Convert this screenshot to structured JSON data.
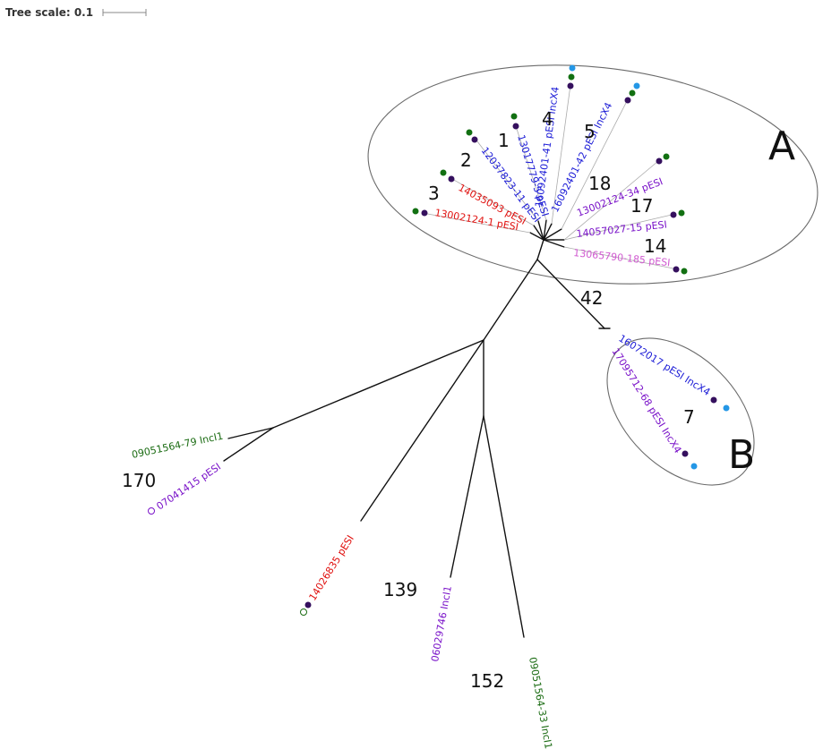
{
  "scale": {
    "label": "Tree scale: 0.1"
  },
  "colors": {
    "blue": "#1a1ad6",
    "red": "#e0110f",
    "purple": "#7a13c9",
    "green": "#1a6b12",
    "pink": "#d05ad0",
    "dot_green": "#127012",
    "dot_indigo": "#35105e",
    "dot_cyan": "#2497e6"
  },
  "clusters": [
    {
      "id": "A",
      "label": "A"
    },
    {
      "id": "B",
      "label": "B"
    }
  ],
  "leaves": [
    {
      "name": "13002124-1 pESI",
      "color": "red",
      "number": "3",
      "dots": [
        "dot_indigo",
        "dot_green"
      ]
    },
    {
      "name": "14035093 pESI",
      "color": "red",
      "number": "2",
      "dots": [
        "dot_indigo",
        "dot_green"
      ]
    },
    {
      "name": "12037823-11 pESI",
      "color": "blue",
      "number": "1",
      "dots": [
        "dot_indigo",
        "dot_green"
      ]
    },
    {
      "name": "13017779-5 pESI",
      "color": "blue",
      "number": "4",
      "dots": [
        "dot_indigo",
        "dot_green"
      ]
    },
    {
      "name": "16092401-41 pESI IncX4",
      "color": "blue",
      "number": "",
      "dots": [
        "dot_indigo",
        "dot_green",
        "dot_cyan"
      ]
    },
    {
      "name": "16092401-42 pESI IncX4",
      "color": "blue",
      "number": "5",
      "dots": [
        "dot_indigo",
        "dot_green",
        "dot_cyan"
      ]
    },
    {
      "name": "13002124-34 pESI",
      "color": "purple",
      "number": "18",
      "dots": [
        "dot_indigo",
        "dot_green"
      ]
    },
    {
      "name": "14057027-15 pESI",
      "color": "purple",
      "number": "17",
      "dots": [
        "dot_indigo",
        "dot_green"
      ]
    },
    {
      "name": "13065790-185 pESI",
      "color": "pink",
      "number": "14",
      "dots": [
        "dot_indigo",
        "dot_green"
      ]
    },
    {
      "name": "16072017 pESI IncX4",
      "color": "blue",
      "number": "42",
      "dots": [
        "dot_indigo",
        "dot_cyan"
      ]
    },
    {
      "name": "17095712-68 pESI IncX4",
      "color": "purple",
      "number": "7",
      "dots": [
        "dot_indigo",
        "dot_cyan"
      ]
    },
    {
      "name": "09051564-79 IncI1",
      "color": "green",
      "number": "",
      "dots": []
    },
    {
      "name": "07041415 pESI",
      "color": "purple",
      "number": "170",
      "dots": [
        "open_purple"
      ]
    },
    {
      "name": "14026835 pESI",
      "color": "red",
      "number": "",
      "dots": [
        "dot_indigo",
        "open_green"
      ]
    },
    {
      "name": "06029746 IncI1",
      "color": "purple",
      "number": "139",
      "dots": []
    },
    {
      "name": "09051564-33 IncI1",
      "color": "green",
      "number": "152",
      "dots": []
    }
  ]
}
